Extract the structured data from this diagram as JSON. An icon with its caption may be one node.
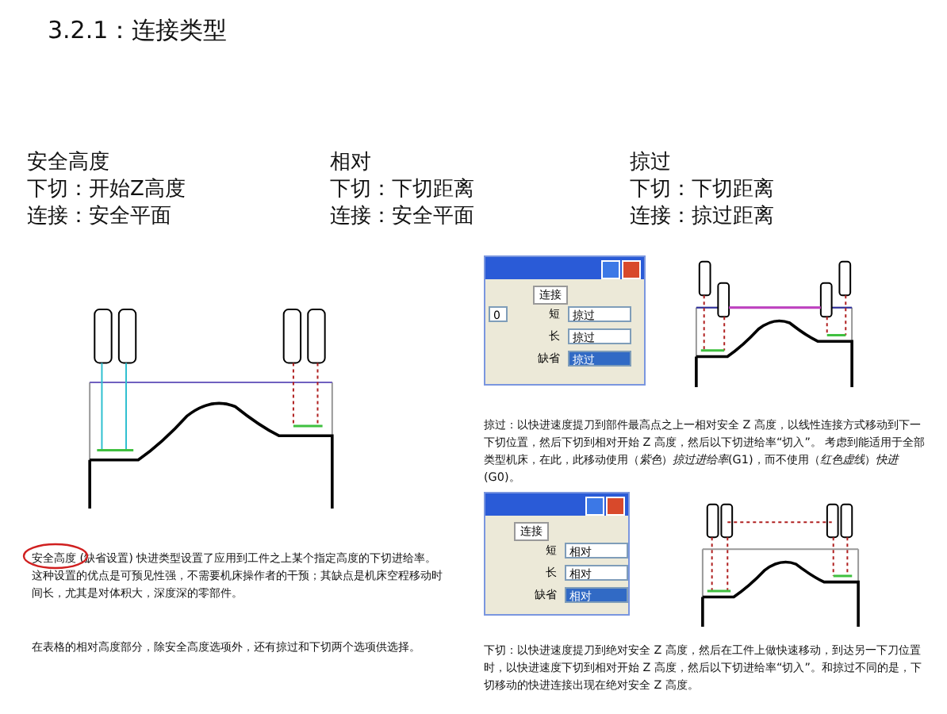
{
  "diagram": {
    "title": "3.2.1：连接类型",
    "labels": [
      "安全高度",
      "下切：开始Z高度",
      "连接：安全平面",
      "相对",
      "下切：下切距离",
      "连接：安全平面",
      "掠过",
      "下切：下切距离",
      "连接：掠过距离",
      "连接",
      "0",
      "短",
      "掠过",
      "长",
      "掠过",
      "缺省",
      "掠过",
      "掠过：以快进速度提刀到部件最高点之上一相对安全 Z 高度，以线性连接方式移动到下一下切位置，然后下切到相对开始 Z 高度，然后以下切进给率“切入”。 考虑到能适用于全部类型机床，在此，此移动使用（*紫色*）*掠过进给率*(G1)，而不使用（*红色虚线*）*快进*(G0)。",
      "连接",
      "短",
      "相对",
      "长",
      "相对",
      "缺省",
      "相对",
      "安全高度 (缺省设置) 快进类型设置了应用到工件之上某个指定高度的下切进给率。这种设置的优点是可预见性强，不需要机床操作者的干预；其缺点是机床空程移动时间长，尤其是对体积大，深度深的零部件。",
      "在表格的相对高度部分，除安全高度选项外，还有掠过和下切两个选项供选择。",
      "下切：以快进速度提刀到绝对安全 Z 高度，然后在工件上做快速移动，到达另一下刀位置时，以快进速度下切到相对开始 Z 高度，然后以下切进给率“切入”。和掠过不同的是，下切移动的快进连接出现在绝对安全 Z 高度。"
    ]
  }
}
